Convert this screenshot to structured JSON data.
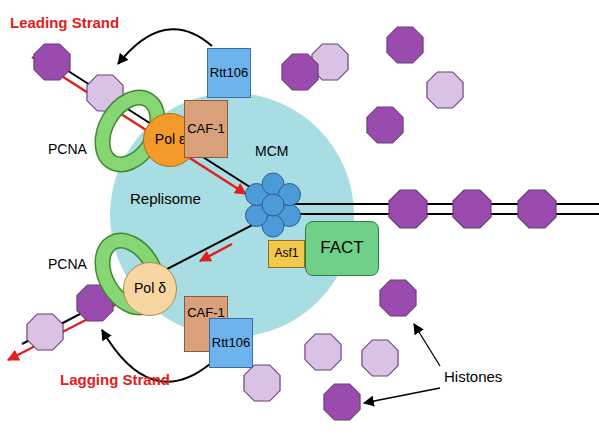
{
  "diagram": {
    "nodes": [
      {
        "text": [
          "Rtt106"
        ]
      },
      {
        "text": [
          "CAF-1"
        ]
      },
      {
        "text": [
          "Replisome"
        ]
      },
      {
        "text": [
          "PCNA"
        ],
        "in": 2
      },
      {
        "text": [
          "Pol ε"
        ],
        "in": 3
      },
      {
        "text": [
          "MCM"
        ],
        "in": 2
      },
      {
        "text": [
          "PCNA"
        ],
        "in": 2
      },
      {
        "text": [
          "Pol δ"
        ],
        "in": 6
      },
      {
        "text": [
          "Asf1"
        ]
      },
      {
        "text": [
          "FACT"
        ]
      },
      {
        "text": [
          "CAF-1"
        ]
      },
      {
        "text": [
          "Rtt106"
        ]
      }
    ],
    "labels": [
      "Leading Strand",
      "Lagging Strand",
      "Histones"
    ]
  }
}
